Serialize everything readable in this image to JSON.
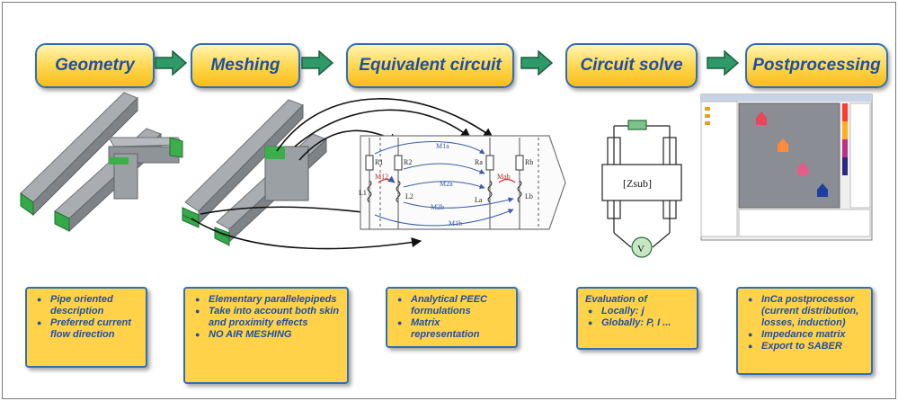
{
  "pipeline": {
    "stages": [
      "Geometry",
      "Meshing",
      "Equivalent circuit",
      "Circuit solve",
      "Postprocessing"
    ]
  },
  "circuit": {
    "resistors": [
      "R1",
      "R2",
      "Ra",
      "Rb"
    ],
    "inductors": [
      "L1",
      "L2",
      "La",
      "Lb"
    ],
    "mutuals": [
      "M12",
      "M1a",
      "M2a",
      "M2b",
      "M1b",
      "Mab"
    ]
  },
  "solve": {
    "impedance_label": "[Zsub]",
    "voltmeter_label": "V"
  },
  "notes": {
    "geometry": [
      "Pipe oriented description",
      "Preferred current flow direction"
    ],
    "meshing": [
      "Elementary parallelepipeds",
      "Take into account both skin and proximity effects",
      "NO AIR MESHING"
    ],
    "circuit": [
      "Analytical PEEC formulations",
      "Matrix representation"
    ],
    "solve": {
      "lead": "Evaluation of",
      "items": [
        "Locally: j",
        "Globally: P, I ..."
      ]
    },
    "post": [
      "InCa postprocessor (current distribution, losses, induction)",
      "Impedance matrix",
      "Export to SABER"
    ]
  },
  "colors": {
    "stage_fill": "#ffd54a",
    "stage_border": "#2f6fb5",
    "stage_text": "#1f4fa0",
    "arrow_fill": "#2e9a6a",
    "conductor": "#9ea3a7",
    "mesh_face": "#3bb04a"
  }
}
